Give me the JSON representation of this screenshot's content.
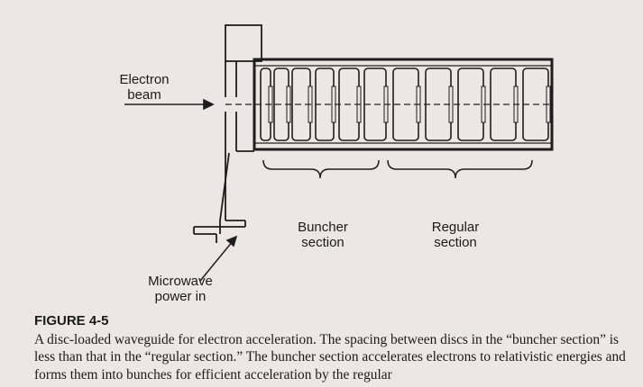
{
  "labels": {
    "electron_beam_line1": "Electron",
    "electron_beam_line2": "beam",
    "buncher_line1": "Buncher",
    "buncher_line2": "section",
    "regular_line1": "Regular",
    "regular_line2": "section",
    "microwave_line1": "Microwave",
    "microwave_line2": "power in"
  },
  "caption": {
    "title": "FIGURE 4-5",
    "text": "A disc-loaded waveguide for electron acceleration. The spacing between discs in the “buncher section” is less than that in the “regular section.” The buncher section accelerates electrons to relativistic energies and forms them into bunches for efficient acceleration by the regular"
  }
}
